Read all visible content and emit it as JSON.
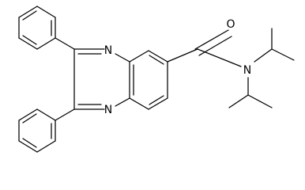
{
  "molecule": {
    "atoms": {
      "n_upper": "N",
      "n_lower": "N",
      "o_carbonyl": "O",
      "n_amide": "N"
    }
  }
}
